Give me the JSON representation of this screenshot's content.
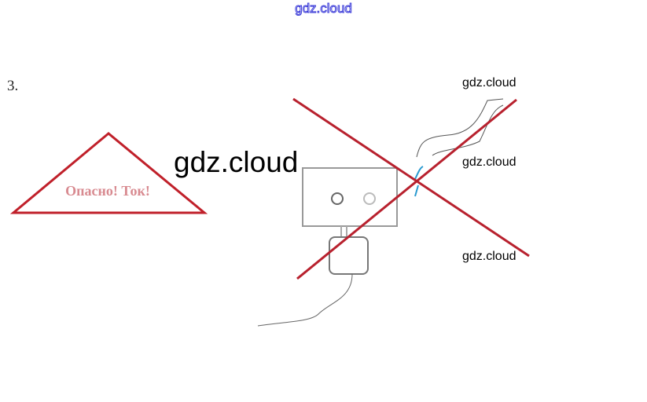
{
  "header": {
    "watermark": "gdz.cloud"
  },
  "task": {
    "number": "3."
  },
  "sign": {
    "text": "Опасно! Ток!"
  },
  "watermarks": {
    "center": "gdz.cloud",
    "right_1": "gdz.cloud",
    "right_2": "gdz.cloud",
    "right_3": "gdz.cloud"
  },
  "colors": {
    "cross": "#b8212e",
    "sign": "#c0202a",
    "plug_spark": "#2a9ad0"
  }
}
